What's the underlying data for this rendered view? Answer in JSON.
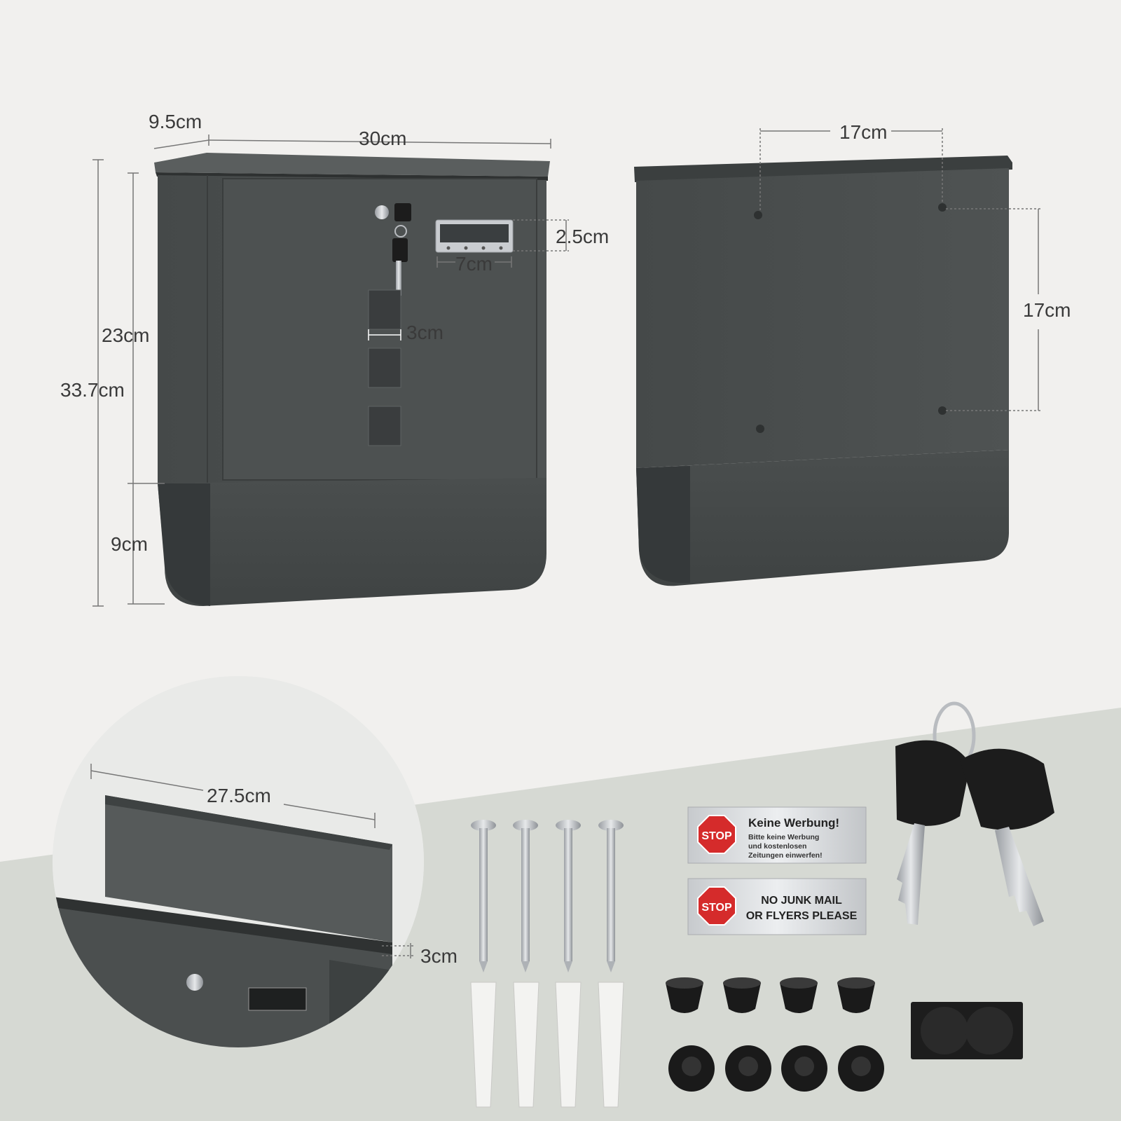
{
  "dimensions": {
    "depth": "9.5cm",
    "width": "30cm",
    "total_height": "33.7cm",
    "upper_height": "23cm",
    "tray_height": "9cm",
    "window_height": "2.5cm",
    "window_width": "7cm",
    "slot_width": "3cm",
    "mount_horizontal": "17cm",
    "mount_vertical": "17cm",
    "letter_slot_width": "27.5cm",
    "letter_slot_height": "3cm"
  },
  "signs": {
    "german": {
      "stop": "STOP",
      "title": "Keine Werbung!",
      "lines": [
        "Bitte keine Werbung",
        "und kostenlosen",
        "Zeitungen einwerfen!"
      ]
    },
    "english": {
      "stop": "STOP",
      "line1": "NO JUNK MAIL",
      "line2": "OR FLYERS PLEASE"
    }
  },
  "colors": {
    "mailbox_body": "#4a4e4e",
    "background": "#f1f0ee",
    "floor": "#d6d9d3",
    "stop_red": "#d52b2b"
  },
  "icons": [
    "lock-icon",
    "key-icon",
    "screw-icon",
    "wall-plug-icon",
    "rubber-bumper-icon",
    "adhesive-pad-icon"
  ]
}
